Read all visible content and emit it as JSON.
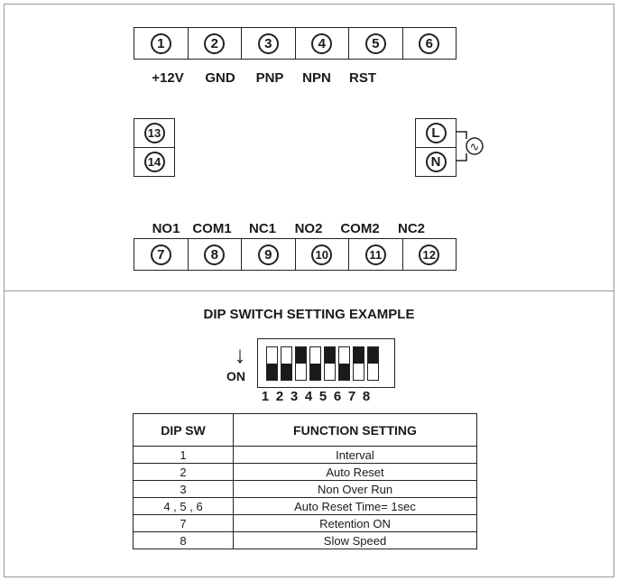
{
  "top": {
    "top_terminals": [
      "1",
      "2",
      "3",
      "4",
      "5",
      "6"
    ],
    "top_labels": [
      "+12V",
      "GND",
      "PNP",
      "NPN",
      "RST"
    ],
    "left_terminals": [
      "13",
      "14"
    ],
    "right_terminals": [
      "L",
      "N"
    ],
    "ac_symbol": "∿",
    "bottom_labels": [
      "NO1",
      "COM1",
      "NC1",
      "NO2",
      "COM2",
      "NC2"
    ],
    "bottom_terminals": [
      "7",
      "8",
      "9",
      "10",
      "11",
      "12"
    ]
  },
  "dip": {
    "title": "DIP SWITCH SETTING EXAMPLE",
    "arrow": "↓",
    "on_label": "ON",
    "positions": [
      "off",
      "off",
      "on",
      "off",
      "on",
      "off",
      "on",
      "on"
    ],
    "numbers": [
      "1",
      "2",
      "3",
      "4",
      "5",
      "6",
      "7",
      "8"
    ]
  },
  "table": {
    "headers": [
      "DIP SW",
      "FUNCTION SETTING"
    ],
    "rows": [
      [
        "1",
        "Interval"
      ],
      [
        "2",
        "Auto Reset"
      ],
      [
        "3",
        "Non Over Run"
      ],
      [
        "4 , 5 , 6",
        "Auto Reset Time= 1sec"
      ],
      [
        "7",
        "Retention ON"
      ],
      [
        "8",
        "Slow Speed"
      ]
    ]
  }
}
